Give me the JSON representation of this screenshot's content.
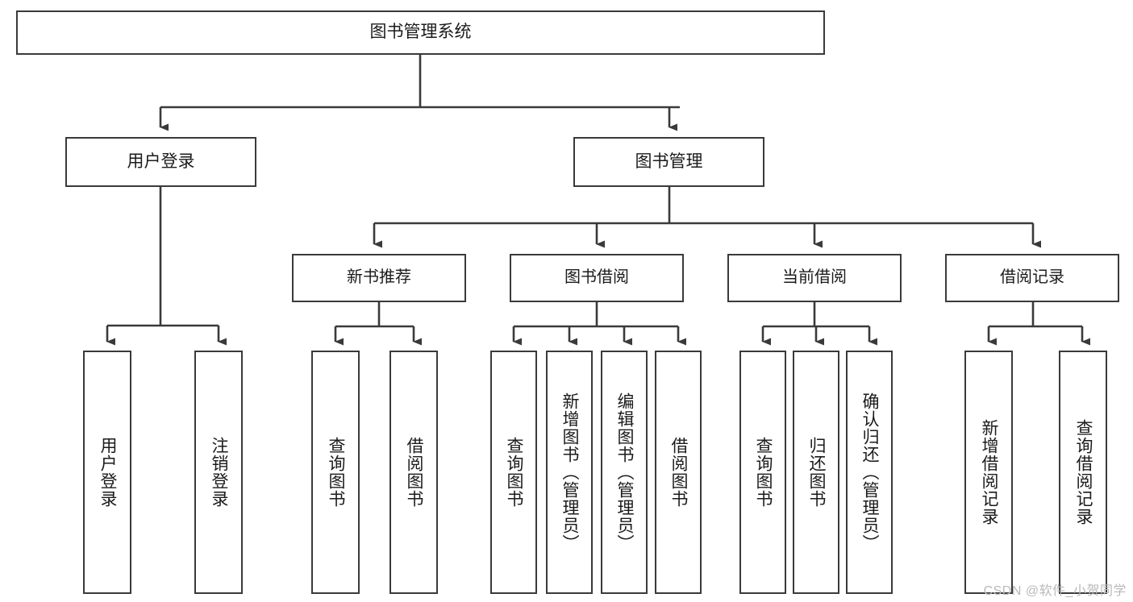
{
  "diagram": {
    "title": "图书管理系统",
    "type": "tree-hierarchy-chart",
    "colors": {
      "box_border": "#3a3a3a",
      "box_fill": "#ffffff",
      "connector": "#3a3a3a",
      "text": "#1b1b1b",
      "watermark": "#b9b9b9",
      "background": "#ffffff"
    },
    "root": {
      "label": "图书管理系统"
    },
    "level1": [
      {
        "label": "用户登录"
      },
      {
        "label": "图书管理"
      }
    ],
    "level2": [
      {
        "label": "新书推荐"
      },
      {
        "label": "图书借阅"
      },
      {
        "label": "当前借阅"
      },
      {
        "label": "借阅记录"
      }
    ],
    "leaves": {
      "user_login": [
        {
          "label": "用户登录"
        },
        {
          "label": "注销登录"
        }
      ],
      "new_book_recommend": [
        {
          "label": "查询图书"
        },
        {
          "label": "借阅图书"
        }
      ],
      "book_borrow": [
        {
          "label": "查询图书"
        },
        {
          "label": "新增图书（管理员）"
        },
        {
          "label": "编辑图书（管理员）"
        },
        {
          "label": "借阅图书"
        }
      ],
      "current_borrow": [
        {
          "label": "查询图书"
        },
        {
          "label": "归还图书"
        },
        {
          "label": "确认归还（管理员）"
        }
      ],
      "borrow_record": [
        {
          "label": "新增借阅记录"
        },
        {
          "label": "查询借阅记录"
        }
      ]
    }
  },
  "watermark": {
    "text": "CSDN @软件_小贺同学"
  }
}
